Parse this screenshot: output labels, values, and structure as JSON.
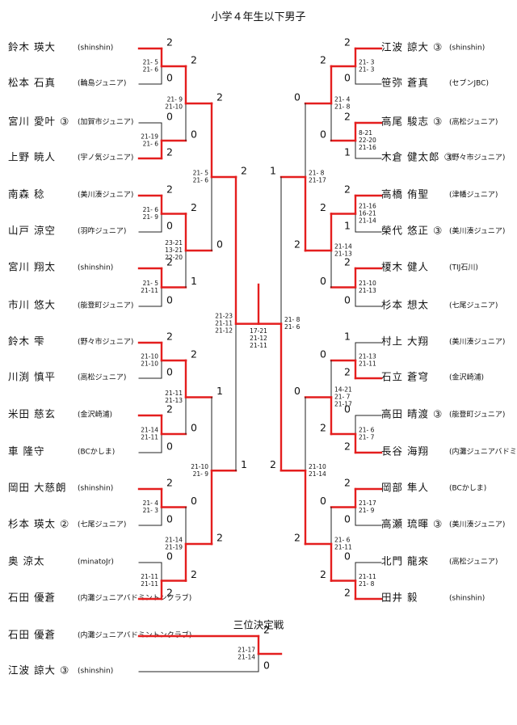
{
  "title": "小学４年生以下男子",
  "third_place_title": "三位決定戦",
  "colors": {
    "winner": "#e41e1e",
    "loser": "#222222"
  },
  "left_players": [
    {
      "name": "鈴木 瑛大",
      "team": "(shinshin)"
    },
    {
      "name": "松本 石真",
      "team": "(輪島ジュニア)"
    },
    {
      "name": "宮川 愛叶 ③",
      "team": "(加賀市ジュニア)"
    },
    {
      "name": "上野 暁人",
      "team": "(宇ノ気ジュニア)"
    },
    {
      "name": "南森 稔",
      "team": "(美川湊ジュニア)"
    },
    {
      "name": "山戸 涼空",
      "team": "(羽咋ジュニア)"
    },
    {
      "name": "宮川 翔太",
      "team": "(shinshin)"
    },
    {
      "name": "市川 悠大",
      "team": "(能登町ジュニア)"
    },
    {
      "name": "鈴木 雫",
      "team": "(野々市ジュニア)"
    },
    {
      "name": "川渕 慎平",
      "team": "(高松ジュニア)"
    },
    {
      "name": "米田 慈玄",
      "team": "(金沢崎浦)"
    },
    {
      "name": "車 隆守",
      "team": "(BCかしま)"
    },
    {
      "name": "岡田 大慈朗",
      "team": "(shinshin)"
    },
    {
      "name": "杉本 瑛太 ②",
      "team": "(七尾ジュニア)"
    },
    {
      "name": "奥 涼太",
      "team": "(minatoJr)"
    },
    {
      "name": "石田 優蒼",
      "team": "(内灘ジュニアバドミントンクラブ)"
    }
  ],
  "right_players": [
    {
      "name": "江波 諒大 ③",
      "team": "(shinshin)"
    },
    {
      "name": "笹弥 蒼真",
      "team": "(セブンJBC)"
    },
    {
      "name": "高尾 駿志 ③",
      "team": "(高松ジュニア)"
    },
    {
      "name": "木倉 健太郎 ③",
      "team": "(野々市ジュニア)"
    },
    {
      "name": "高橋 侑聖",
      "team": "(津幡ジュニア)"
    },
    {
      "name": "榮代 悠正 ③",
      "team": "(美川湊ジュニア)"
    },
    {
      "name": "榎木 健人",
      "team": "(TIJ石川)"
    },
    {
      "name": "杉本 想太",
      "team": "(七尾ジュニア)"
    },
    {
      "name": "村上 大翔",
      "team": "(美川湊ジュニア)"
    },
    {
      "name": "石立 蒼穹",
      "team": "(金沢崎浦)"
    },
    {
      "name": "高田 晴渡 ③",
      "team": "(能登町ジュニア)"
    },
    {
      "name": "長谷 海翔",
      "team": "(内灘ジュニアバドミントンクラブ)"
    },
    {
      "name": "岡部 隼人",
      "team": "(BCかしま)"
    },
    {
      "name": "高瀬 琉暉 ③",
      "team": "(美川湊ジュニア)"
    },
    {
      "name": "北門 龍來",
      "team": "(高松ジュニア)"
    },
    {
      "name": "田井 毅",
      "team": "(shinshin)"
    }
  ],
  "left_r1": [
    {
      "win": "top",
      "st": "2",
      "sb": "0",
      "games": [
        "21- 5",
        "21- 6"
      ]
    },
    {
      "win": "bot",
      "st": "0",
      "sb": "2",
      "games": [
        "21-19",
        "21- 6"
      ]
    },
    {
      "win": "top",
      "st": "2",
      "sb": "0",
      "games": [
        "21- 6",
        "21- 9"
      ]
    },
    {
      "win": "top",
      "st": "2",
      "sb": "0",
      "games": [
        "21- 5",
        "21-11"
      ]
    },
    {
      "win": "top",
      "st": "2",
      "sb": "0",
      "games": [
        "21-10",
        "21-10"
      ]
    },
    {
      "win": "top",
      "st": "2",
      "sb": "0",
      "games": [
        "21-14",
        "21-11"
      ]
    },
    {
      "win": "top",
      "st": "2",
      "sb": "0",
      "games": [
        "21- 4",
        "21- 3"
      ]
    },
    {
      "win": "bot",
      "st": "0",
      "sb": "2",
      "games": [
        "21-11",
        "21-11"
      ]
    }
  ],
  "left_r2": [
    {
      "win": "top",
      "st": "2",
      "sb": "0",
      "games": [
        "21- 9",
        "21-10"
      ]
    },
    {
      "win": "top",
      "st": "2",
      "sb": "1",
      "games": [
        "23-21",
        "13-21",
        "22-20"
      ]
    },
    {
      "win": "top",
      "st": "2",
      "sb": "0",
      "games": [
        "21-11",
        "21-13"
      ]
    },
    {
      "win": "bot",
      "st": "0",
      "sb": "2",
      "games": [
        "21-14",
        "21-19"
      ]
    }
  ],
  "left_r3": [
    {
      "win": "top",
      "st": "2",
      "sb": "0",
      "games": [
        "21- 5",
        "21- 6"
      ]
    },
    {
      "win": "bot",
      "st": "1",
      "sb": "2",
      "games": [
        "21-10",
        "21- 9"
      ]
    }
  ],
  "left_r4": {
    "win": "top",
    "st": "2",
    "sb": "1",
    "games": [
      "21-23",
      "21-11",
      "21-12"
    ]
  },
  "right_r1": [
    {
      "win": "top",
      "st": "2",
      "sb": "0",
      "games": [
        "21- 3",
        "21- 3"
      ]
    },
    {
      "win": "top",
      "st": "2",
      "sb": "1",
      "games": [
        "8-21",
        "22-20",
        "21-16"
      ]
    },
    {
      "win": "top",
      "st": "2",
      "sb": "1",
      "games": [
        "21-16",
        "16-21",
        "21-14"
      ]
    },
    {
      "win": "top",
      "st": "2",
      "sb": "0",
      "games": [
        "21-10",
        "21-13"
      ]
    },
    {
      "win": "bot",
      "st": "1",
      "sb": "2",
      "games": [
        "21-13",
        "21-11"
      ]
    },
    {
      "win": "bot",
      "st": "0",
      "sb": "2",
      "games": [
        "21- 6",
        "21- 7"
      ]
    },
    {
      "win": "top",
      "st": "2",
      "sb": "0",
      "games": [
        "21-17",
        "21- 9"
      ]
    },
    {
      "win": "bot",
      "st": "0",
      "sb": "2",
      "games": [
        "21-11",
        "21- 8"
      ]
    }
  ],
  "right_r2": [
    {
      "win": "top",
      "st": "2",
      "sb": "0",
      "games": [
        "21- 4",
        "21- 8"
      ]
    },
    {
      "win": "top",
      "st": "2",
      "sb": "0",
      "games": [
        "21-14",
        "21-13"
      ]
    },
    {
      "win": "bot",
      "st": "0",
      "sb": "2",
      "games": [
        "14-21",
        "21- 7",
        "21-17"
      ]
    },
    {
      "win": "bot",
      "st": "0",
      "sb": "2",
      "games": [
        "21- 6",
        "21-11"
      ]
    }
  ],
  "right_r3": [
    {
      "win": "bot",
      "st": "0",
      "sb": "2",
      "games": [
        "21- 8",
        "21-17"
      ]
    },
    {
      "win": "bot",
      "st": "0",
      "sb": "2",
      "games": [
        "21-10",
        "21-14"
      ]
    }
  ],
  "right_r4": {
    "win": "bot",
    "st": "1",
    "sb": "2",
    "games": [
      "21- 8",
      "21- 6"
    ]
  },
  "final": {
    "win": "left",
    "games": [
      "17-21",
      "21-12",
      "21-11"
    ]
  },
  "third_place": {
    "players": [
      {
        "name": "石田 優蒼",
        "team": "(内灘ジュニアバドミントンクラブ)"
      },
      {
        "name": "江波 諒大 ③",
        "team": "(shinshin)"
      }
    ],
    "win": "top",
    "st": "2",
    "sb": "0",
    "games": [
      "21-17",
      "21-14"
    ]
  }
}
